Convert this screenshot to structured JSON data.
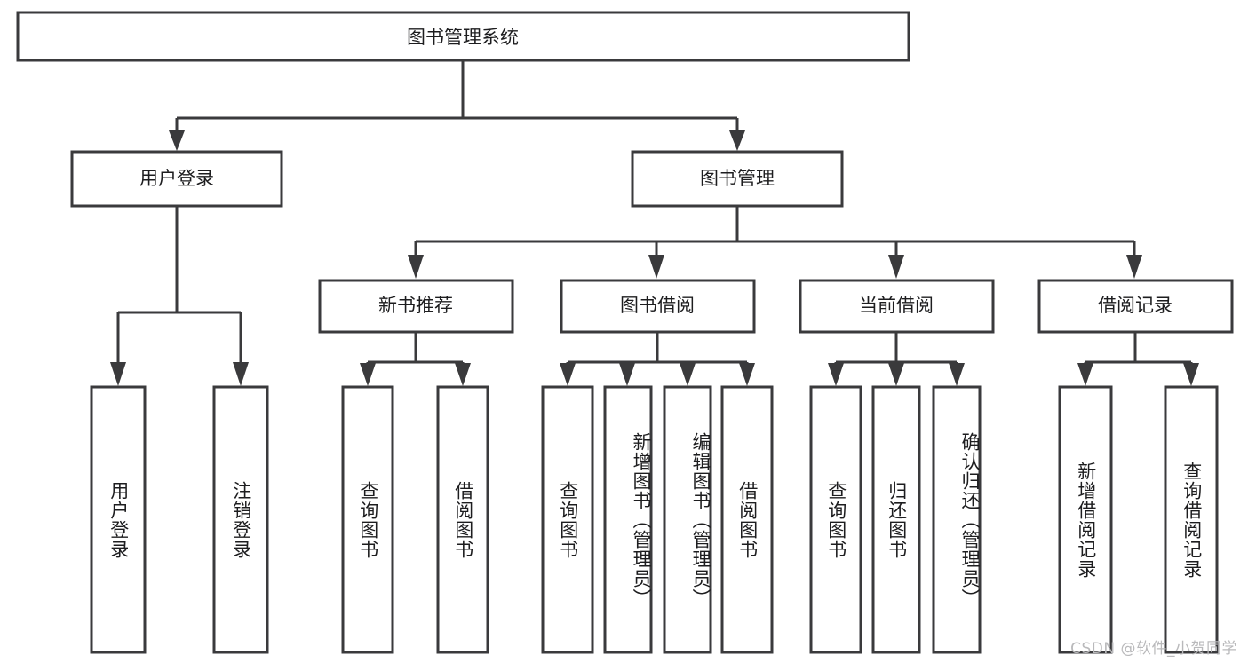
{
  "diagram": {
    "type": "tree-hierarchy-flowchart",
    "title": "图书管理系统",
    "orientation": "top-down",
    "line_color": "#3a3a3c",
    "box_fill": "#ffffff",
    "text_color": "#1d1d1f",
    "background": "#ffffff",
    "root": {
      "id": "root",
      "label": "图书管理系统"
    },
    "level2": [
      {
        "id": "user-login",
        "label": "用户登录"
      },
      {
        "id": "book-management",
        "label": "图书管理"
      }
    ],
    "level3": [
      {
        "id": "new-book-recommend",
        "label": "新书推荐",
        "parent": "book-management"
      },
      {
        "id": "book-borrow",
        "label": "图书借阅",
        "parent": "book-management"
      },
      {
        "id": "current-borrow",
        "label": "当前借阅",
        "parent": "book-management"
      },
      {
        "id": "borrow-record",
        "label": "借阅记录",
        "parent": "book-management"
      }
    ],
    "leaves": [
      {
        "id": "leaf-user-login",
        "label": "用户登录",
        "parent": "user-login"
      },
      {
        "id": "leaf-user-logout",
        "label": "注销登录",
        "parent": "user-login"
      },
      {
        "id": "leaf-query-book-rec",
        "label": "查询图书",
        "parent": "new-book-recommend"
      },
      {
        "id": "leaf-borrow-book-rec",
        "label": "借阅图书",
        "parent": "new-book-recommend"
      },
      {
        "id": "leaf-query-book-borrow",
        "label": "查询图书",
        "parent": "book-borrow"
      },
      {
        "id": "leaf-add-book",
        "label": "新增图书（管理员）",
        "parent": "book-borrow"
      },
      {
        "id": "leaf-edit-book",
        "label": "编辑图书（管理员）",
        "parent": "book-borrow"
      },
      {
        "id": "leaf-borrow-book",
        "label": "借阅图书",
        "parent": "book-borrow"
      },
      {
        "id": "leaf-query-book-current",
        "label": "查询图书",
        "parent": "current-borrow"
      },
      {
        "id": "leaf-return-book",
        "label": "归还图书",
        "parent": "current-borrow"
      },
      {
        "id": "leaf-confirm-return",
        "label": "确认归还（管理员）",
        "parent": "current-borrow"
      },
      {
        "id": "leaf-add-record",
        "label": "新增借阅记录",
        "parent": "borrow-record"
      },
      {
        "id": "leaf-query-record",
        "label": "查询借阅记录",
        "parent": "borrow-record"
      }
    ]
  },
  "watermark": {
    "text": "CSDN @软件_小贺同学"
  }
}
